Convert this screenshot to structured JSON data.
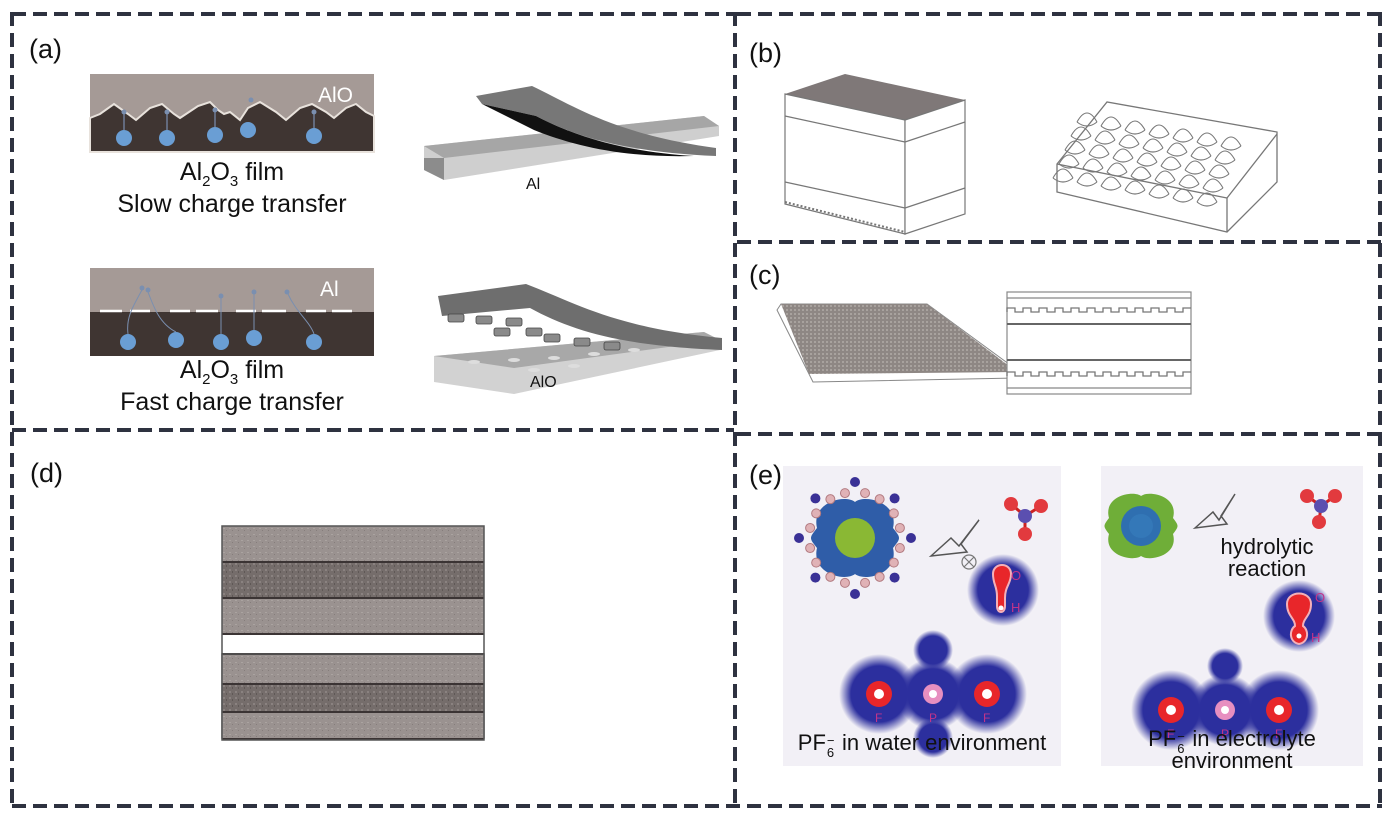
{
  "figure": {
    "panels": {
      "a": {
        "label": "(a)",
        "slow": {
          "layer_label": "AlO",
          "caption_formula_prefix": "Al",
          "caption_sub1": "2",
          "caption_mid": "O",
          "caption_sub2": "3",
          "caption_suffix": " film",
          "caption_line2": "Slow charge transfer",
          "model_label": "Al"
        },
        "fast": {
          "layer_label": "Al",
          "caption_formula_prefix": "Al",
          "caption_sub1": "2",
          "caption_mid": "O",
          "caption_sub2": "3",
          "caption_suffix": " film",
          "caption_line2": "Fast charge transfer",
          "model_label": "AlO"
        }
      },
      "b": {
        "label": "(b)"
      },
      "c": {
        "label": "(c)"
      },
      "d": {
        "label": "(d)"
      },
      "e": {
        "label": "(e)",
        "left": {
          "caption_prefix": "PF",
          "caption_sup": "−",
          "caption_sub": "6",
          "caption_suffix": " in water environment",
          "atom_labels": [
            "O",
            "H",
            "F",
            "P",
            "F"
          ]
        },
        "right": {
          "annotation_line1": "hydrolytic",
          "annotation_line2": "reaction",
          "caption_prefix": "PF",
          "caption_sup": "−",
          "caption_sub": "6",
          "caption_suffix": " in electrolyte",
          "caption_line2": "environment",
          "atom_labels": [
            "O",
            "H",
            "F",
            "P",
            "F"
          ]
        }
      }
    },
    "colors": {
      "border": "#2e3240",
      "oxide_layer": "#a59a96",
      "metal_layer": "#3f3532",
      "ion": "#6a9ed4",
      "density_blue": "#2c2f9e",
      "atom_red": "#e8262a",
      "green_shell": "#6fae38"
    }
  }
}
